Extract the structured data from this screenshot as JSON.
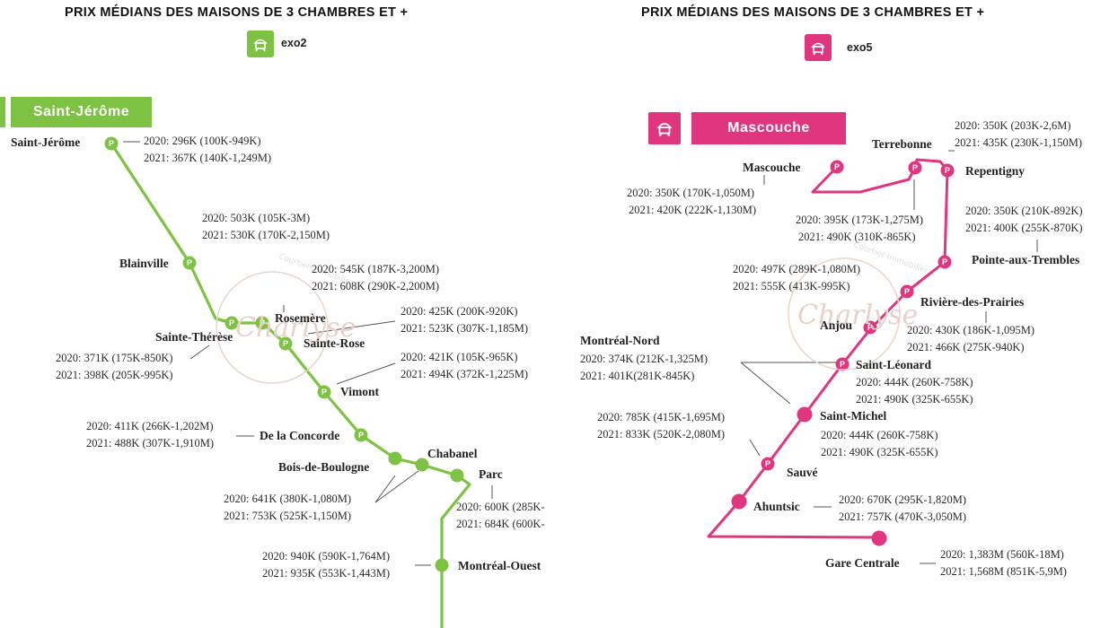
{
  "colors": {
    "exo2": "#7dc242",
    "exo5": "#e0367f",
    "leader": "#555555"
  },
  "left": {
    "heading": "PRIX MÉDIANS DES MAISONS DE 3 CHAMBRES ET +",
    "line_name": "exo2",
    "line_icon": "train-icon",
    "banner": "Saint-Jérôme",
    "stations": {
      "saint_jerome": {
        "name": "Saint-Jérôme",
        "p2020": "2020: 296K (100K-949K)",
        "p2021": "2021: 367K (140K-1,249M)"
      },
      "blainville": {
        "name": "Blainville",
        "p2020": "2020: 503K (105K-3M)",
        "p2021": "2021: 530K (170K-2,150M)"
      },
      "rosemere": {
        "name": "Rosemère",
        "p2020": "2020: 545K (187K-3,200M)",
        "p2021": "2021: 608K (290K-2,200M)"
      },
      "sainte_therese": {
        "name": "Sainte-Thérèse",
        "p2020": "2020: 371K (175K-850K)",
        "p2021": "2021: 398K (205K-995K)"
      },
      "sainte_rose": {
        "name": "Sainte-Rose",
        "p2020": "2020: 425K (200K-920K)",
        "p2021": "2021: 523K (307K-1,185M)"
      },
      "vimont": {
        "name": "Vimont",
        "p2020": "2020: 421K (105K-965K)",
        "p2021": "2021: 494K (372K-1,225M)"
      },
      "de_la_concorde": {
        "name": "De la Concorde",
        "p2020": "2020: 411K (266K-1,202M)",
        "p2021": "2021: 488K (307K-1,910M)"
      },
      "chabanel": {
        "name": "Chabanel"
      },
      "bois_de_boulogne": {
        "name": "Bois-de-Boulogne",
        "p2020": "2020: 641K (380K-1,080M)",
        "p2021": "2021: 753K (525K-1,150M)"
      },
      "parc": {
        "name": "Parc",
        "p2020": "2020: 600K (285K-",
        "p2021": "2021: 684K (600K-"
      },
      "montreal_ouest": {
        "name": "Montréal-Ouest",
        "p2020": "2020: 940K (590K-1,764M)",
        "p2021": "2021: 935K (553K-1,443M)"
      }
    }
  },
  "right": {
    "heading": "PRIX MÉDIANS DES MAISONS DE 3 CHAMBRES ET +",
    "line_name": "exo5",
    "line_icon": "train-icon",
    "banner": "Mascouche",
    "stations": {
      "mascouche": {
        "name": "Mascouche",
        "p2020": "2020: 350K (170K-1,050M)",
        "p2021": "2021: 420K (222K-1,130M)"
      },
      "terrebonne": {
        "name": "Terrebonne",
        "p2020": "2020: 395K (173K-1,275M)",
        "p2021": "2021: 490K (310K-865K)"
      },
      "repentigny": {
        "name": "Repentigny",
        "p2020": "2020: 350K (203K-2,6M)",
        "p2021": "2021: 435K (230K-1,150M)"
      },
      "pointe_aux_trembles": {
        "name": "Pointe-aux-Trembles",
        "p2020": "2020: 350K (210K-892K)",
        "p2021": "2021: 400K (255K-870K)"
      },
      "riviere_des_prairies": {
        "name": "Rivière-des-Prairies",
        "p2020": "2020: 430K (186K-1,095M)",
        "p2021": "2021: 466K (275K-940K)"
      },
      "anjou": {
        "name": "Anjou",
        "p2020": "2020: 497K (289K-1,080M)",
        "p2021": "2021: 555K (413K-995K)"
      },
      "montreal_nord": {
        "name": "Montréal-Nord",
        "p2020": "2020: 374K (212K-1,325M)",
        "p2021": "2021: 401K(281K-845K)"
      },
      "saint_leonard": {
        "name": "Saint-Léonard",
        "p2020": "2020: 444K (260K-758K)",
        "p2021": "2021: 490K (325K-655K)"
      },
      "saint_michel": {
        "name": "Saint-Michel",
        "p2020": "2020: 444K (260K-758K)",
        "p2021": "2021: 490K (325K-655K)"
      },
      "sauve": {
        "name": "Sauvé",
        "p2020": "2020: 785K (415K-1,695M)",
        "p2021": "2021: 833K (520K-2,080M)"
      },
      "ahuntsic": {
        "name": "Ahuntsic",
        "p2020": "2020: 670K (295K-1,820M)",
        "p2021": "2021: 757K (470K-3,050M)"
      },
      "gare_centrale": {
        "name": "Gare Centrale",
        "p2020": "2020: 1,383M (560K-18M)",
        "p2021": "2021: 1,568M (851K-5,9M)"
      }
    }
  },
  "watermark": {
    "text": "Charlyse",
    "subtext": "Courtier Immobilier"
  }
}
